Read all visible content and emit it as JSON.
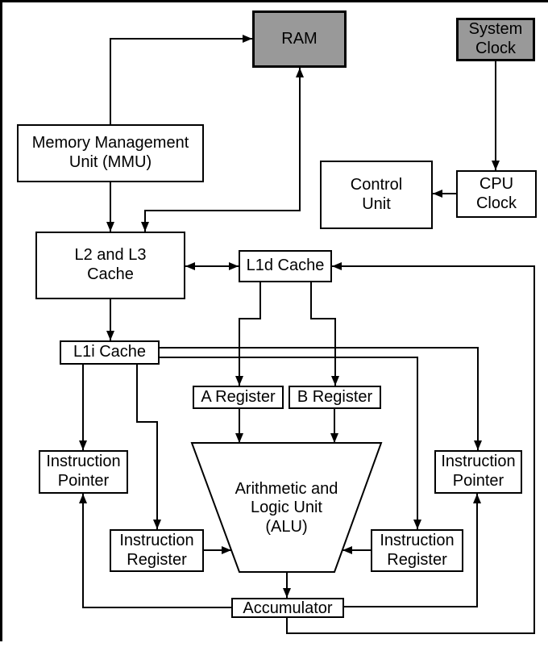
{
  "diagram": {
    "name": "CPU architecture block diagram",
    "colors": {
      "background": "#ffffff",
      "stroke": "#000000",
      "node_fill": "#ffffff",
      "memory_node_fill": "#999999",
      "text": "#000000"
    },
    "nodes": {
      "ram": {
        "label": "RAM",
        "fill": "#999999"
      },
      "system_clock": {
        "label": "System\nClock",
        "fill": "#999999"
      },
      "mmu": {
        "label": "Memory Management\nUnit (MMU)",
        "fill": "#ffffff"
      },
      "control_unit": {
        "label": "Control\nUnit",
        "fill": "#ffffff"
      },
      "cpu_clock": {
        "label": "CPU\nClock",
        "fill": "#ffffff"
      },
      "l2_l3_cache": {
        "label": "L2 and L3\nCache",
        "fill": "#ffffff"
      },
      "l1d_cache": {
        "label": "L1d Cache",
        "fill": "#ffffff"
      },
      "l1i_cache": {
        "label": "L1i Cache",
        "fill": "#ffffff"
      },
      "a_register": {
        "label": "A Register",
        "fill": "#ffffff"
      },
      "b_register": {
        "label": "B Register",
        "fill": "#ffffff"
      },
      "instruction_pointer_left": {
        "label": "Instruction\nPointer",
        "fill": "#ffffff"
      },
      "instruction_pointer_right": {
        "label": "Instruction\nPointer",
        "fill": "#ffffff"
      },
      "instruction_register_left": {
        "label": "Instruction\nRegister",
        "fill": "#ffffff"
      },
      "instruction_register_right": {
        "label": "Instruction\nRegister",
        "fill": "#ffffff"
      },
      "alu": {
        "label": "Arithmetic and\nLogic Unit\n(ALU)",
        "fill": "#ffffff",
        "shape": "trapezoid"
      },
      "accumulator": {
        "label": "Accumulator",
        "fill": "#ffffff"
      }
    },
    "edges": [
      {
        "from": "mmu",
        "to": "ram",
        "type": "arrow"
      },
      {
        "from": "mmu",
        "to": "l2_l3_cache",
        "type": "arrow"
      },
      {
        "from": "ram",
        "to": "l2_l3_cache",
        "type": "bidirectional"
      },
      {
        "from": "l2_l3_cache",
        "to": "l1d_cache",
        "type": "bidirectional"
      },
      {
        "from": "system_clock",
        "to": "cpu_clock",
        "type": "arrow"
      },
      {
        "from": "cpu_clock",
        "to": "control_unit",
        "type": "arrow"
      },
      {
        "from": "l2_l3_cache",
        "to": "l1i_cache",
        "type": "arrow"
      },
      {
        "from": "l1d_cache",
        "to": "a_register",
        "type": "arrow"
      },
      {
        "from": "l1d_cache",
        "to": "b_register",
        "type": "arrow"
      },
      {
        "from": "a_register",
        "to": "alu",
        "type": "arrow"
      },
      {
        "from": "b_register",
        "to": "alu",
        "type": "arrow"
      },
      {
        "from": "l1i_cache",
        "to": "instruction_pointer_left",
        "type": "arrow"
      },
      {
        "from": "l1i_cache",
        "to": "instruction_register_left",
        "type": "arrow"
      },
      {
        "from": "l1i_cache",
        "to": "instruction_pointer_right",
        "type": "arrow"
      },
      {
        "from": "l1i_cache",
        "to": "instruction_register_right",
        "type": "arrow"
      },
      {
        "from": "instruction_register_left",
        "to": "alu",
        "type": "arrow"
      },
      {
        "from": "instruction_register_right",
        "to": "alu",
        "type": "arrow"
      },
      {
        "from": "alu",
        "to": "accumulator",
        "type": "arrow"
      },
      {
        "from": "accumulator",
        "to": "instruction_pointer_left",
        "type": "arrow"
      },
      {
        "from": "accumulator",
        "to": "instruction_pointer_right",
        "type": "arrow"
      },
      {
        "from": "accumulator",
        "to": "l1d_cache",
        "type": "arrow"
      }
    ]
  }
}
